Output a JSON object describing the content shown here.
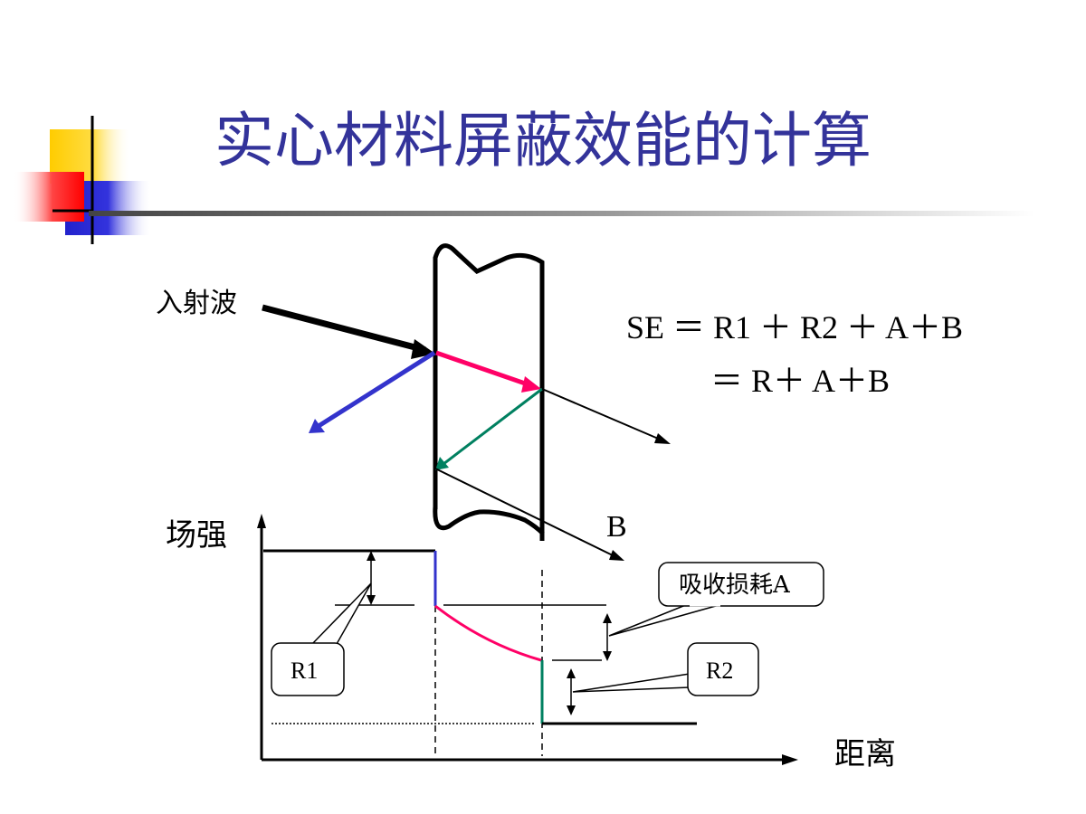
{
  "title": "实心材料屏蔽效能的计算",
  "incident_wave_label": "入射波",
  "formula": {
    "line1": "SE ＝ R1 ＋ R2 ＋ A＋B",
    "line2": "＝ R＋ A＋B"
  },
  "b_label": "B",
  "y_axis_label": "场强",
  "x_axis_label": "距离",
  "callouts": {
    "absorption": "吸收损耗A",
    "r1": "R1",
    "r2": "R2"
  },
  "colors": {
    "title": "#33339a",
    "reflected_wave": "#3333cc",
    "internal_wave": "#ff0066",
    "secondary_reflection": "#008060",
    "lines": "#000000"
  }
}
